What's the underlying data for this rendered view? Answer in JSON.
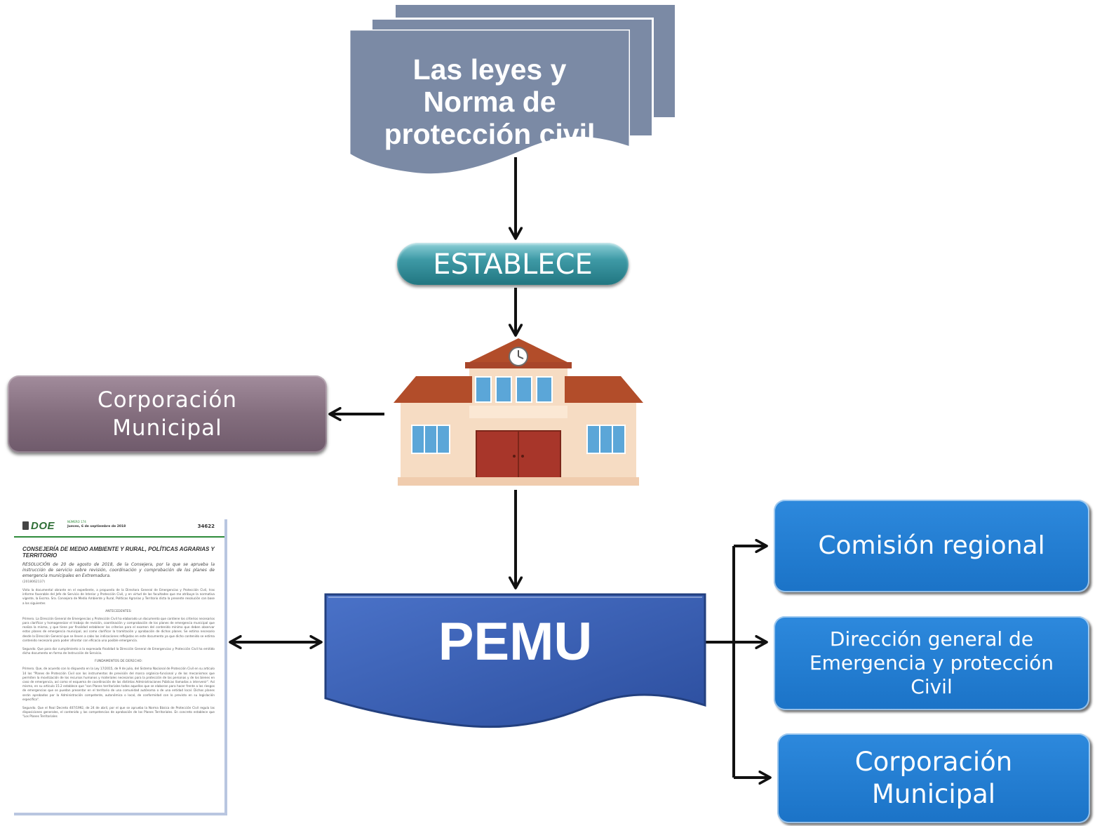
{
  "diagram": {
    "laws_document": {
      "lines": [
        "Las leyes y",
        "Norma de",
        "protección civil"
      ]
    },
    "establece_label": "ESTABLECE",
    "corporacion_top": {
      "lines": [
        "Corporación",
        "Municipal"
      ]
    },
    "pemu_label": "PEMU",
    "targets": [
      {
        "lines": [
          "Comisión regional"
        ]
      },
      {
        "lines": [
          "Dirección general de",
          "Emergencia y protección",
          "Civil"
        ]
      },
      {
        "lines": [
          "Corporación",
          "Municipal"
        ]
      }
    ],
    "colors": {
      "document_fill": "#7b8aa5",
      "establece_fill": "#3e9aa6",
      "corporacion_fill": "#846e7e",
      "pemu_fill": "#3a5fb0",
      "target_fill": "#2183d6",
      "arrow": "#111111"
    }
  },
  "doe_document": {
    "masthead": "DOE",
    "issue": "NÚMERO 174",
    "date": "Jueves, 6 de septiembre de 2018",
    "page_number": "34622",
    "section": "CONSEJERÍA DE MEDIO AMBIENTE Y RURAL, POLÍTICAS AGRARIAS Y TERRITORIO",
    "resolution": "RESOLUCIÓN de 20 de agosto de 2018, de la Consejera, por la que se aprueba la instrucción de servicio sobre revisión, coordinación y comprobación de los planes de emergencia municipales en Extremadura.",
    "reference": "(2018062137)",
    "paragraph_1": "Vista la documental obrante en el expediente, a propuesta de la Directora General de Emergencias y Protección Civil, tras informe favorable del Jefe de Servicio de Interior y Protección Civil, y en virtud de las facultades que me atribuye la normativa vigente, la Excma. Sra. Consejera de Medio Ambiente y Rural, Políticas Agrarias y Territorio dicta la presente resolución con base a los siguientes",
    "heading_antecedentes": "ANTECEDENTES:",
    "paragraph_2": "Primero. La Dirección General de Emergencias y Protección Civil ha elaborado un documento que contiene los criterios necesarios para clarificar y homogeneizar el trabajo de revisión, coordinación y comprobación de los planes de emergencia municipal que realiza la misma, y que tiene por finalidad establecer los criterios para el examen del contenido mínimo que deben observar estos planes de emergencia municipal, así como clarificar la tramitación y aprobación de dichos planes. Se estima necesario desde la Dirección General que se lleven a cabo las indicaciones reflejadas en este documento ya que dicho contenido se estima contenido necesario para poder afrontar con eficacia una posible emergencia.",
    "paragraph_3": "Segundo. Que para dar cumplimiento a la expresada finalidad la Dirección General de Emergencias y Protección Civil ha emitido dicho documento en forma de Instrucción de Servicio.",
    "heading_fundamentos": "FUNDAMENTOS DE DERECHO:",
    "paragraph_4": "Primero. Que, de acuerdo con lo dispuesto en la Ley 17/2015, de 9 de julio, del Sistema Nacional de Protección Civil en su artículo 14 los \"Planes de Protección Civil son los instrumentos de previsión del marco orgánico-funcional y de los mecanismos que permiten la movilización de los recursos humanos y materiales necesarios para la protección de las personas y de los bienes en caso de emergencia, así como el esquema de coordinación de las distintas Administraciones Públicas llamadas a intervenir\". Así mismo, en su artículo 15.2 establece que \"son Planes territoriales todos aquellos que se elaboran para hacer frente a los riesgos de emergencias que se puedan presentar en el territorio de una comunidad autónoma o de una entidad local. Dichos planes serán aprobados por la Administración competente, autonómica o local, de conformidad con lo previsto en su legislación específica\".",
    "paragraph_5": "Segundo. Que el Real Decreto 407/1992, de 24 de abril, por el que se aprueba la Norma Básica de Protección Civil regula las disposiciones generales, el contenido y las competencias de aprobación de los Planes Territoriales. En concreto establece que \"Los Planes Territoriales"
  }
}
